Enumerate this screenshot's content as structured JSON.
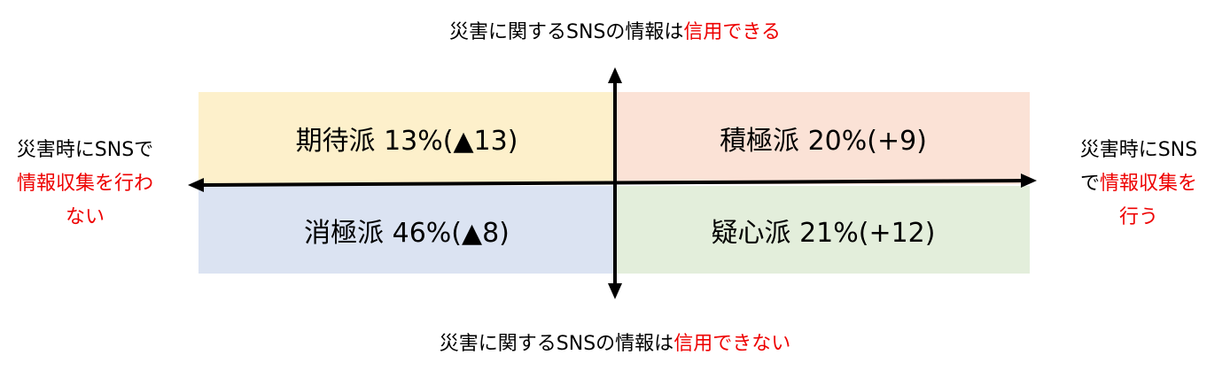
{
  "axes": {
    "top": {
      "prefix": "災害に関するSNSの情報は",
      "highlight": "信用できる"
    },
    "bottom": {
      "prefix": "災害に関するSNSの情報は",
      "highlight": "信用できない"
    },
    "left": {
      "line1": "災害時にSNSで",
      "line2": "情報収集を行わ",
      "line3": "ない"
    },
    "right": {
      "line1": "災害時にSNS",
      "line2_prefix": "で",
      "line2_highlight": "情報収集を",
      "line3": "行う"
    }
  },
  "quadrants": {
    "top_left": "期待派 13%(▲13)",
    "top_right": "積極派 20%(+9)",
    "bottom_left": "消極派 46%(▲8)",
    "bottom_right": "疑心派 21%(+12)"
  },
  "colors": {
    "highlight": "#ee0000",
    "top_left": "#fdf0cb",
    "top_right": "#fbe2d6",
    "bottom_left": "#dbe3f2",
    "bottom_right": "#e3eedb"
  }
}
